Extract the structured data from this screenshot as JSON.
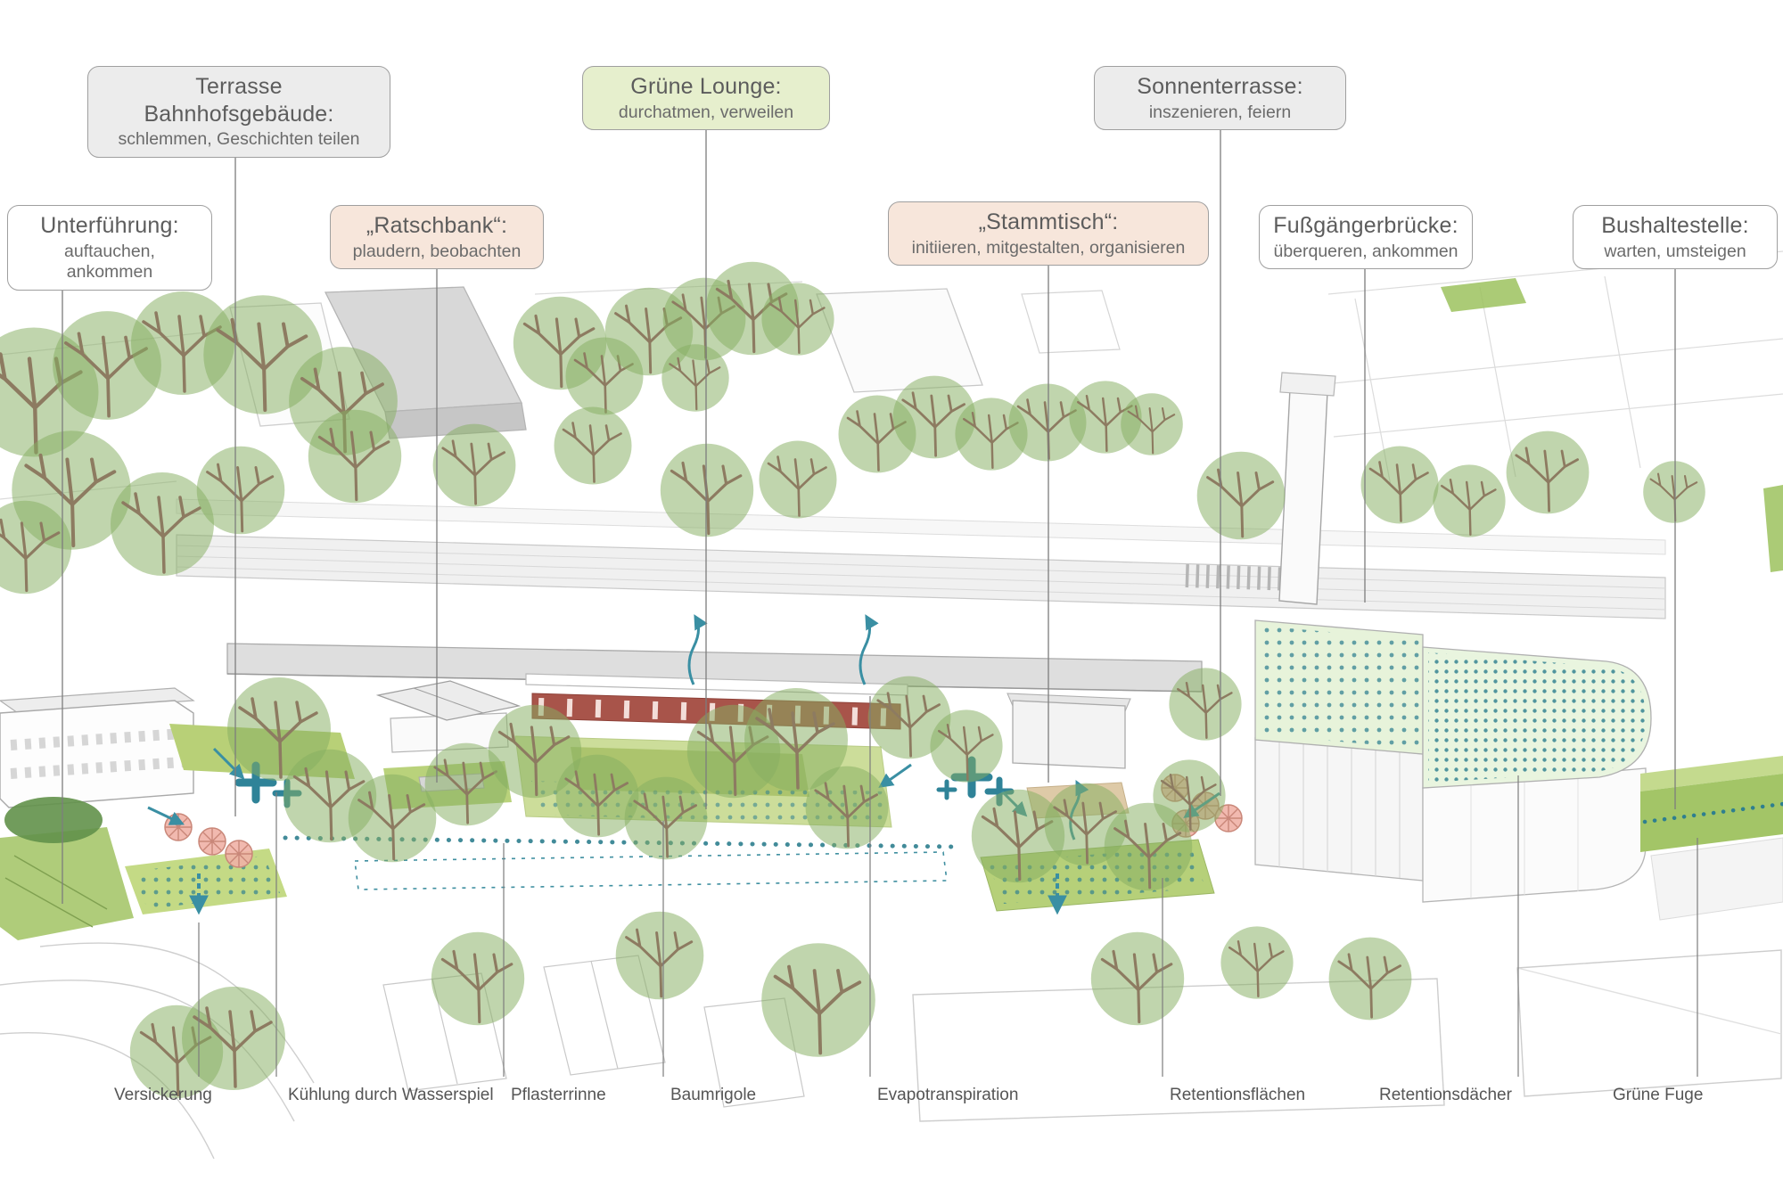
{
  "callouts": [
    {
      "title": "Terrasse Bahnhofsgebäude:",
      "subtitle": "schlemmen, Geschichten teilen",
      "style": "gray"
    },
    {
      "title": "Grüne Lounge:",
      "subtitle": "durchatmen, verweilen",
      "style": "green"
    },
    {
      "title": "Sonnenterrasse:",
      "subtitle": "inszenieren, feiern",
      "style": "gray"
    },
    {
      "title": "Unterführung:",
      "subtitle": "auftauchen, ankommen",
      "style": "white"
    },
    {
      "title": "„Ratschbank“:",
      "subtitle": "plaudern, beobachten",
      "style": "salmon"
    },
    {
      "title": "„Stammtisch“:",
      "subtitle": "initiieren, mitgestalten, organisieren",
      "style": "salmon"
    },
    {
      "title": "Fußgängerbrücke:",
      "subtitle": "überqueren, ankommen",
      "style": "white"
    },
    {
      "title": "Bushaltestelle:",
      "subtitle": "warten, umsteigen",
      "style": "white"
    }
  ],
  "bottom_labels": [
    "Versickerung",
    "Kühlung durch Wasserspiel",
    "Pflasterrinne",
    "Baumrigole",
    "Evapotranspiration",
    "Retentionsflächen",
    "Retentionsdächer",
    "Grüne Fuge"
  ],
  "colors": {
    "accent_teal": "#2e7f8f",
    "tree_green": "#86af62",
    "lawn_green": "#ccdd9a",
    "box_salmon": "#f7e6db",
    "box_green": "#e6efcd",
    "box_gray": "#ececec",
    "roof_red": "#a8544a"
  }
}
